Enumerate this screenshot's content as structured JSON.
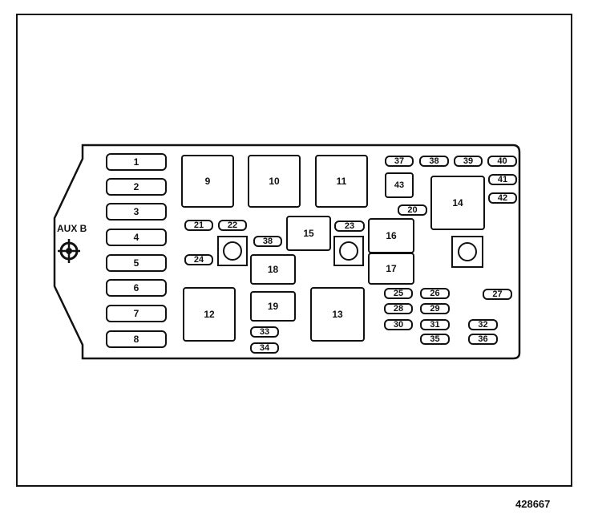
{
  "diagram": {
    "aux_label": "AUX B",
    "reference_number": "428667",
    "fuses_left": [
      "1",
      "2",
      "3",
      "4",
      "5",
      "6",
      "7",
      "8"
    ],
    "relays": {
      "r9": "9",
      "r10": "10",
      "r11": "11",
      "r12": "12",
      "r13": "13",
      "r14": "14",
      "r15": "15",
      "r16": "16",
      "r17": "17",
      "r18": "18",
      "r19": "19"
    },
    "mini_fuses": {
      "f20": "20",
      "f21": "21",
      "f22": "22",
      "f23": "23",
      "f24": "24",
      "f25": "25",
      "f26": "26",
      "f27": "27",
      "f28": "28",
      "f29": "29",
      "f30": "30",
      "f31": "31",
      "f32": "32",
      "f33": "33",
      "f34": "34",
      "f35": "35",
      "f36": "36",
      "f37": "37",
      "f38": "38",
      "f39": "39",
      "f40": "40",
      "f41": "41",
      "f42": "42",
      "f43": "43",
      "f_diode": "38"
    }
  }
}
